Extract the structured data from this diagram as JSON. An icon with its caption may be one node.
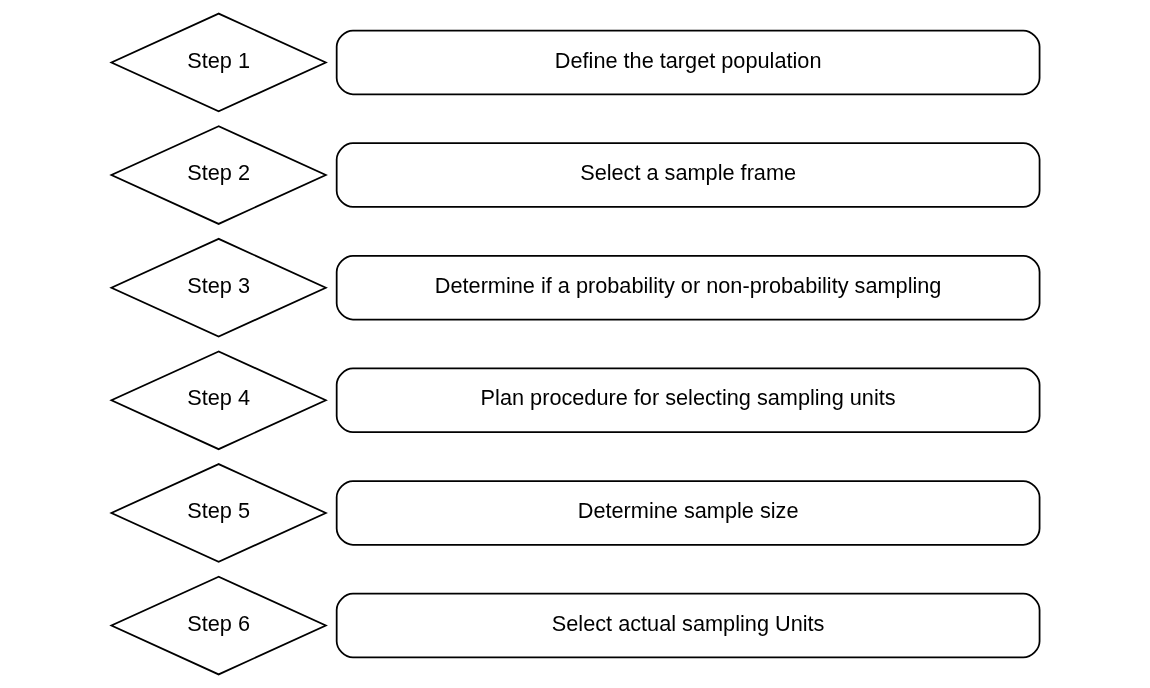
{
  "diagram": {
    "nodes": [
      {
        "text": [
          "Step 1"
        ]
      },
      {
        "text": [
          "Define the target population"
        ]
      },
      {
        "text": [
          "Step 2"
        ]
      },
      {
        "text": [
          "Select a sample frame"
        ]
      },
      {
        "text": [
          "Step 3"
        ]
      },
      {
        "text": [
          "Determine if a probability or non-probability sampling"
        ]
      },
      {
        "text": [
          "Step 4"
        ]
      },
      {
        "text": [
          "Plan procedure for selecting sampling units"
        ]
      },
      {
        "text": [
          "Step 5"
        ]
      },
      {
        "text": [
          "Determine sample size"
        ]
      },
      {
        "text": [
          "Step 6"
        ]
      },
      {
        "text": [
          "Select actual sampling Units"
        ]
      }
    ]
  }
}
